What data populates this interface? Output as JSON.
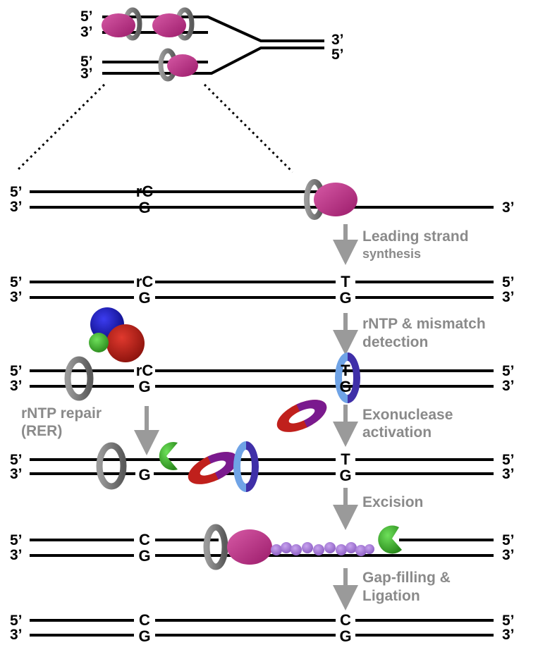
{
  "colors": {
    "strand": "#000000",
    "polymerase": "#b5277d",
    "clamp": "#7a7a7a",
    "arrow": "#9a9a9a",
    "step_text": "#8a8a8a",
    "mmr_blue": "#3f2fa8",
    "mmr_light_blue": "#6fa3e6",
    "rnase_blue": "#1a1ab8",
    "rnase_red": "#c4201a",
    "rnase_green": "#39b82a",
    "exo_green": "#2f9a24",
    "exo_red": "#c0201c",
    "exo_purple": "#7a1a8e",
    "nucleotides": "#a87bd6"
  },
  "fork": {
    "top": {
      "end5": "5’",
      "end3": "3’"
    },
    "bottom": {
      "end5": "5’",
      "end3": "3’"
    },
    "right": {
      "end3": "3’",
      "end5": "5’"
    }
  },
  "rows": [
    {
      "left5": "5’",
      "left3": "3’",
      "top_base_left": "rC",
      "bottom_base_left": "G",
      "top_base_right": "",
      "bottom_base_right": "",
      "right_top": "",
      "right_bottom": "3’"
    },
    {
      "left5": "5’",
      "left3": "3’",
      "top_base_left": "rC",
      "bottom_base_left": "G",
      "top_base_right": "T",
      "bottom_base_right": "G",
      "right_top": "5’",
      "right_bottom": "3’"
    },
    {
      "left5": "5’",
      "left3": "3’",
      "top_base_left": "rC",
      "bottom_base_left": "G",
      "top_base_right": "T",
      "bottom_base_right": "G",
      "right_top": "5’",
      "right_bottom": "3’"
    },
    {
      "left5": "5’",
      "left3": "3’",
      "top_base_left": "",
      "bottom_base_left": "G",
      "top_base_right": "T",
      "bottom_base_right": "G",
      "right_top": "5’",
      "right_bottom": "3’"
    },
    {
      "left5": "5’",
      "left3": "3’",
      "top_base_left": "C",
      "bottom_base_left": "G",
      "top_base_right": "",
      "bottom_base_right": "",
      "right_top": "5’",
      "right_bottom": "3’"
    },
    {
      "left5": "5’",
      "left3": "3’",
      "top_base_left": "C",
      "bottom_base_left": "G",
      "top_base_right": "C",
      "bottom_base_right": "G",
      "right_top": "5’",
      "right_bottom": "3’"
    }
  ],
  "steps": {
    "leading": [
      "Leading strand",
      "synthesis"
    ],
    "detection": [
      "rNTP & mismatch",
      "detection"
    ],
    "exonuclease": [
      "Exonuclease",
      "activation"
    ],
    "excision": [
      "Excision"
    ],
    "gapfill": [
      "Gap-filling &",
      "Ligation"
    ],
    "rer": [
      "rNTP repair",
      "(RER)"
    ]
  }
}
